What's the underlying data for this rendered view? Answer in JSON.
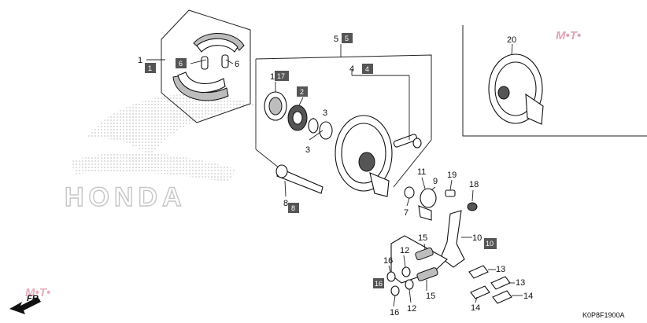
{
  "callouts": {
    "p1_top": "1",
    "p1_box": "1",
    "p6_box": "6",
    "p6_label": "6",
    "p5_label": "5",
    "p5_box": "5",
    "p4_label": "4",
    "p4_box": "4",
    "p1b_label": "1",
    "p1b_box": "17",
    "p2_box": "2",
    "p3_a": "3",
    "p3_b": "3",
    "p8_label": "8",
    "p8_box": "8",
    "p11": "11",
    "p9": "9",
    "p19": "19",
    "p18": "18",
    "p7": "7",
    "p10_label": "10",
    "p10_box": "10",
    "p15_a": "15",
    "p15_b": "15",
    "p12_a": "12",
    "p12_b": "12",
    "p16_a": "16",
    "p16_b": "16",
    "p16_box": "16",
    "p13_a": "13",
    "p13_b": "13",
    "p14_a": "14",
    "p14_b": "14",
    "p20": "20"
  },
  "watermark": {
    "brand": "HONDA"
  },
  "direction_label": "FR.",
  "diagram_code": "K0P8F1900A"
}
